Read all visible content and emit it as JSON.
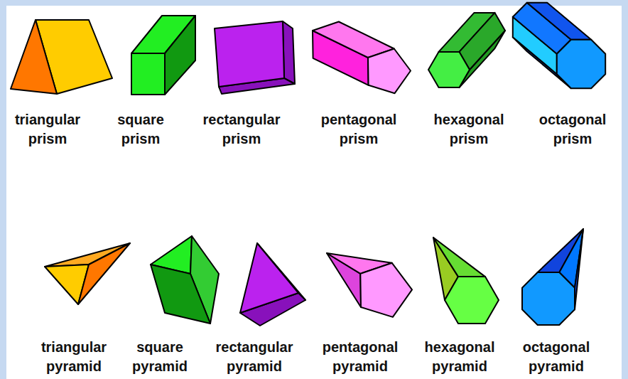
{
  "diagram": {
    "labels": [
      "triangular prism",
      "square prism",
      "rectangular prism",
      "pentagonal prism",
      "hexagonal prism",
      "octagonal prism",
      "triangular pyramid",
      "square pyramid",
      "rectangular pyramid",
      "pentagonal pyramid",
      "hexagonal pyramid",
      "octagonal pyramid"
    ]
  }
}
